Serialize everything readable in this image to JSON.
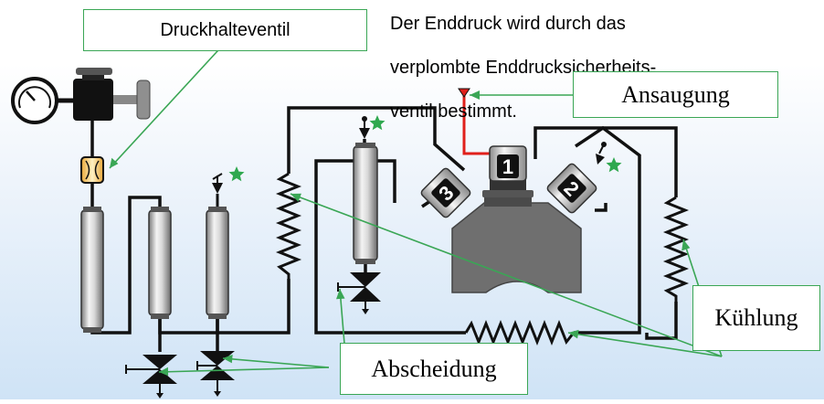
{
  "labels": {
    "druckhalteventil": "Druckhalteventil",
    "ansaugung": "Ansaugung",
    "kuehlung": "Kühlung",
    "abscheidung": "Abscheidung"
  },
  "note": {
    "line1": "Der Enddruck wird durch das",
    "line2": "verplombte Enddrucksicherheits-",
    "line3": "ventil bestimmt."
  },
  "stages": {
    "stage1": "1",
    "stage2": "2",
    "stage3": "3"
  },
  "colors": {
    "callout_line": "#3aa655",
    "star": "#2fa84f",
    "intake_pipe": "#e0201b",
    "compressor": "#6f6f6f",
    "pipe": "#111111"
  }
}
